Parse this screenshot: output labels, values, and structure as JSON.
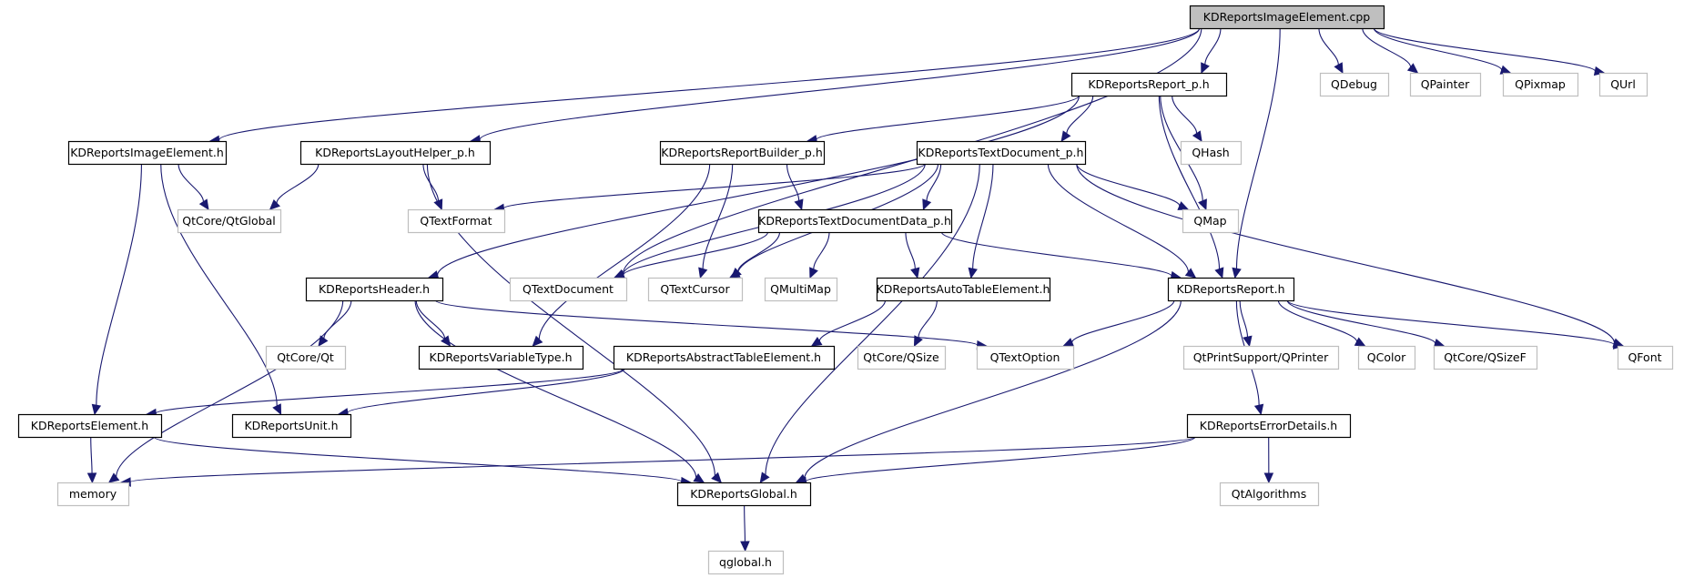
{
  "title": "KDReportsImageElement.cpp include dependency graph",
  "colors": {
    "edge": "#191970",
    "root_fill": "#bfbfbf",
    "project_border": "#000000",
    "external_border": "#bfbfbf"
  },
  "nodes": [
    {
      "id": "cpp",
      "label": "KDReportsImageElement.cpp",
      "kind": "root"
    },
    {
      "id": "report_p",
      "label": "KDReportsReport_p.h",
      "kind": "project"
    },
    {
      "id": "qdebug",
      "label": "QDebug",
      "kind": "external"
    },
    {
      "id": "qpainter",
      "label": "QPainter",
      "kind": "external"
    },
    {
      "id": "qpixmap",
      "label": "QPixmap",
      "kind": "external"
    },
    {
      "id": "qurl",
      "label": "QUrl",
      "kind": "external"
    },
    {
      "id": "imageelement_h",
      "label": "KDReportsImageElement.h",
      "kind": "project"
    },
    {
      "id": "layouthelper",
      "label": "KDReportsLayoutHelper_p.h",
      "kind": "project"
    },
    {
      "id": "reportbuilder",
      "label": "KDReportsReportBuilder_p.h",
      "kind": "project"
    },
    {
      "id": "textdocument_p",
      "label": "KDReportsTextDocument_p.h",
      "kind": "project"
    },
    {
      "id": "qhash",
      "label": "QHash",
      "kind": "external"
    },
    {
      "id": "qtglobal",
      "label": "QtCore/QtGlobal",
      "kind": "external"
    },
    {
      "id": "qtextformat",
      "label": "QTextFormat",
      "kind": "external"
    },
    {
      "id": "textdocdata",
      "label": "KDReportsTextDocumentData_p.h",
      "kind": "project"
    },
    {
      "id": "qmap",
      "label": "QMap",
      "kind": "external"
    },
    {
      "id": "header",
      "label": "KDReportsHeader.h",
      "kind": "project"
    },
    {
      "id": "qtextdocument",
      "label": "QTextDocument",
      "kind": "external"
    },
    {
      "id": "qtextcursor",
      "label": "QTextCursor",
      "kind": "external"
    },
    {
      "id": "qmultimap",
      "label": "QMultiMap",
      "kind": "external"
    },
    {
      "id": "autotable",
      "label": "KDReportsAutoTableElement.h",
      "kind": "project"
    },
    {
      "id": "report_h",
      "label": "KDReportsReport.h",
      "kind": "project"
    },
    {
      "id": "qtcore_qt",
      "label": "QtCore/Qt",
      "kind": "external"
    },
    {
      "id": "variabletype",
      "label": "KDReportsVariableType.h",
      "kind": "project"
    },
    {
      "id": "abstracttable",
      "label": "KDReportsAbstractTableElement.h",
      "kind": "project"
    },
    {
      "id": "qsize",
      "label": "QtCore/QSize",
      "kind": "external"
    },
    {
      "id": "qtextoption",
      "label": "QTextOption",
      "kind": "external"
    },
    {
      "id": "qprinter",
      "label": "QtPrintSupport/QPrinter",
      "kind": "external"
    },
    {
      "id": "qcolor",
      "label": "QColor",
      "kind": "external"
    },
    {
      "id": "qsizef",
      "label": "QtCore/QSizeF",
      "kind": "external"
    },
    {
      "id": "qfont",
      "label": "QFont",
      "kind": "external"
    },
    {
      "id": "element",
      "label": "KDReportsElement.h",
      "kind": "project"
    },
    {
      "id": "unit",
      "label": "KDReportsUnit.h",
      "kind": "project"
    },
    {
      "id": "errordetails",
      "label": "KDReportsErrorDetails.h",
      "kind": "project"
    },
    {
      "id": "memory",
      "label": "memory",
      "kind": "external"
    },
    {
      "id": "global",
      "label": "KDReportsGlobal.h",
      "kind": "project"
    },
    {
      "id": "qtalgorithms",
      "label": "QtAlgorithms",
      "kind": "external"
    },
    {
      "id": "qglobal",
      "label": "qglobal.h",
      "kind": "external"
    }
  ],
  "edges": [
    [
      "cpp",
      "report_p"
    ],
    [
      "cpp",
      "qdebug"
    ],
    [
      "cpp",
      "qpainter"
    ],
    [
      "cpp",
      "qpixmap"
    ],
    [
      "cpp",
      "qurl"
    ],
    [
      "cpp",
      "imageelement_h"
    ],
    [
      "cpp",
      "layouthelper"
    ],
    [
      "cpp",
      "qtextdocument"
    ],
    [
      "cpp",
      "report_h"
    ],
    [
      "report_p",
      "reportbuilder"
    ],
    [
      "report_p",
      "textdocument_p"
    ],
    [
      "report_p",
      "qhash"
    ],
    [
      "report_p",
      "qmap"
    ],
    [
      "report_p",
      "header"
    ],
    [
      "report_p",
      "report_h"
    ],
    [
      "imageelement_h",
      "qtglobal"
    ],
    [
      "imageelement_h",
      "element"
    ],
    [
      "imageelement_h",
      "unit"
    ],
    [
      "layouthelper",
      "qtglobal"
    ],
    [
      "layouthelper",
      "qtextformat"
    ],
    [
      "layouthelper",
      "global"
    ],
    [
      "reportbuilder",
      "textdocdata"
    ],
    [
      "reportbuilder",
      "qtextcursor"
    ],
    [
      "reportbuilder",
      "variabletype"
    ],
    [
      "textdocument_p",
      "textdocdata"
    ],
    [
      "textdocument_p",
      "qtextformat"
    ],
    [
      "textdocument_p",
      "qtextdocument"
    ],
    [
      "textdocument_p",
      "qtextcursor"
    ],
    [
      "textdocument_p",
      "qmap"
    ],
    [
      "textdocument_p",
      "autotable"
    ],
    [
      "textdocument_p",
      "report_h"
    ],
    [
      "textdocument_p",
      "qfont"
    ],
    [
      "textdocument_p",
      "global"
    ],
    [
      "textdocdata",
      "qtextdocument"
    ],
    [
      "textdocdata",
      "qtextcursor"
    ],
    [
      "textdocdata",
      "qmultimap"
    ],
    [
      "textdocdata",
      "autotable"
    ],
    [
      "textdocdata",
      "report_h"
    ],
    [
      "header",
      "qtcore_qt"
    ],
    [
      "header",
      "variabletype"
    ],
    [
      "header",
      "qtextoption"
    ],
    [
      "header",
      "memory"
    ],
    [
      "header",
      "global"
    ],
    [
      "autotable",
      "abstracttable"
    ],
    [
      "autotable",
      "qsize"
    ],
    [
      "report_h",
      "qtextoption"
    ],
    [
      "report_h",
      "qprinter"
    ],
    [
      "report_h",
      "qcolor"
    ],
    [
      "report_h",
      "qsizef"
    ],
    [
      "report_h",
      "qfont"
    ],
    [
      "report_h",
      "errordetails"
    ],
    [
      "report_h",
      "global"
    ],
    [
      "abstracttable",
      "element"
    ],
    [
      "abstracttable",
      "unit"
    ],
    [
      "element",
      "memory"
    ],
    [
      "element",
      "global"
    ],
    [
      "errordetails",
      "memory"
    ],
    [
      "errordetails",
      "global"
    ],
    [
      "errordetails",
      "qtalgorithms"
    ],
    [
      "global",
      "qglobal"
    ]
  ]
}
